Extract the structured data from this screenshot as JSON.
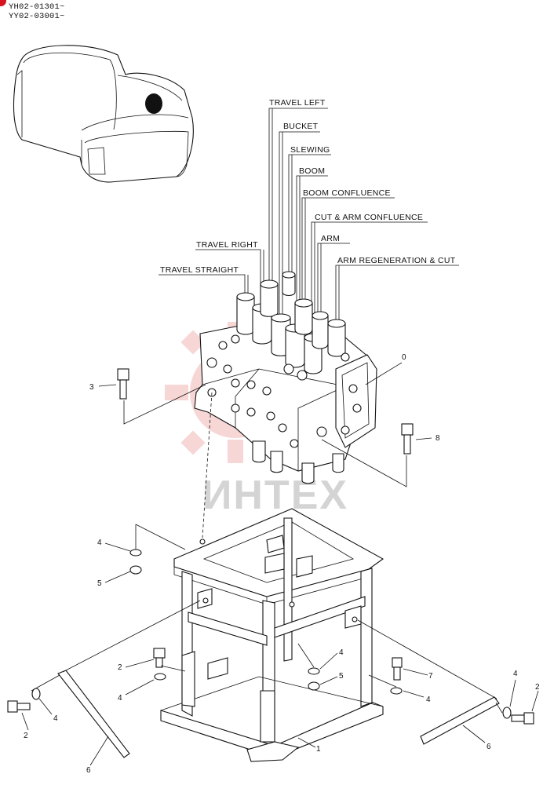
{
  "serials": [
    "YH02-01301~",
    "YY02-03001~"
  ],
  "watermark": {
    "text": "ИНТЕХ",
    "color": "#f2b5b5"
  },
  "accent_color": "#d8141e",
  "labels": [
    {
      "id": "travel-left",
      "text": "TRAVEL LEFT"
    },
    {
      "id": "bucket",
      "text": "BUCKET"
    },
    {
      "id": "slewing",
      "text": "SLEWING"
    },
    {
      "id": "boom",
      "text": "BOOM"
    },
    {
      "id": "boom-confluence",
      "text": "BOOM CONFLUENCE"
    },
    {
      "id": "cut-arm-confluence",
      "text": "CUT & ARM CONFLUENCE"
    },
    {
      "id": "arm",
      "text": "ARM"
    },
    {
      "id": "arm-regeneration-cut",
      "text": "ARM REGENERATION & CUT"
    },
    {
      "id": "travel-right",
      "text": "TRAVEL RIGHT"
    },
    {
      "id": "travel-straight",
      "text": "TRAVEL STRAIGHT"
    }
  ],
  "part_numbers": {
    "n0": "0",
    "n1": "1",
    "n2a": "2",
    "n2b": "2",
    "n2c": "2",
    "n3": "3",
    "n4a": "4",
    "n4b": "4",
    "n4c": "4",
    "n4d": "4",
    "n4e": "4",
    "n4f": "4",
    "n5a": "5",
    "n5b": "5",
    "n6a": "6",
    "n6b": "6",
    "n7": "7",
    "n8": "8"
  }
}
